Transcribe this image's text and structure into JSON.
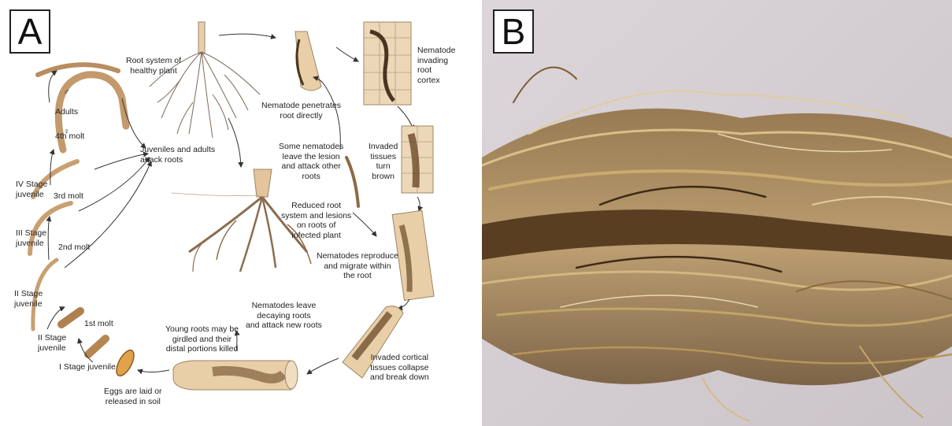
{
  "panels": {
    "a": {
      "letter": "A"
    },
    "b": {
      "letter": "B"
    }
  },
  "diagram": {
    "labels": {
      "adults": "Adults",
      "male_symbol": "♂",
      "female_symbol": "♀",
      "molt4": "4th molt",
      "stage4": "IV Stage\njuvenile",
      "molt3": "3rd molt",
      "stage3": "III Stage\njuvenile",
      "molt2": "2nd molt",
      "stage2a": "II Stage\njuvenile",
      "stage2b": "II Stage\njuvenile",
      "molt1": "1st molt",
      "stage1": "I Stage juvenile",
      "eggs": "Eggs are laid or\nreleased in soil",
      "root_healthy": "Root system of\nhealthy plant",
      "juveniles_attack": "Juveniles and adults\nattack roots",
      "penetrates": "Nematode penetrates\nroot directly",
      "invading": "Nematode\ninvading\nroot\ncortex",
      "some_leave": "Some nematodes\nleave the lesion\nand attack other\nroots",
      "invaded_brown": "Invaded\ntissues\nturn\nbrown",
      "reduced_root": "Reduced root\nsystem and lesions\non roots of\ninfected plant",
      "reproduce": "Nematodes reproduce\nand migrate within\nthe root",
      "leave_decaying": "Nematodes leave\ndecaying roots\nand attack new roots",
      "young_roots": "Young roots may be\ngirdled and their\ndistal portions killed",
      "collapse": "Invaded cortical\ntissues collapse\nand break down"
    }
  },
  "colors": {
    "nematode_body": "#c49a6c",
    "root_tan": "#e8cfa8",
    "lesion_brown": "#6b4a2a",
    "photo_background": "#d9d3d7"
  }
}
